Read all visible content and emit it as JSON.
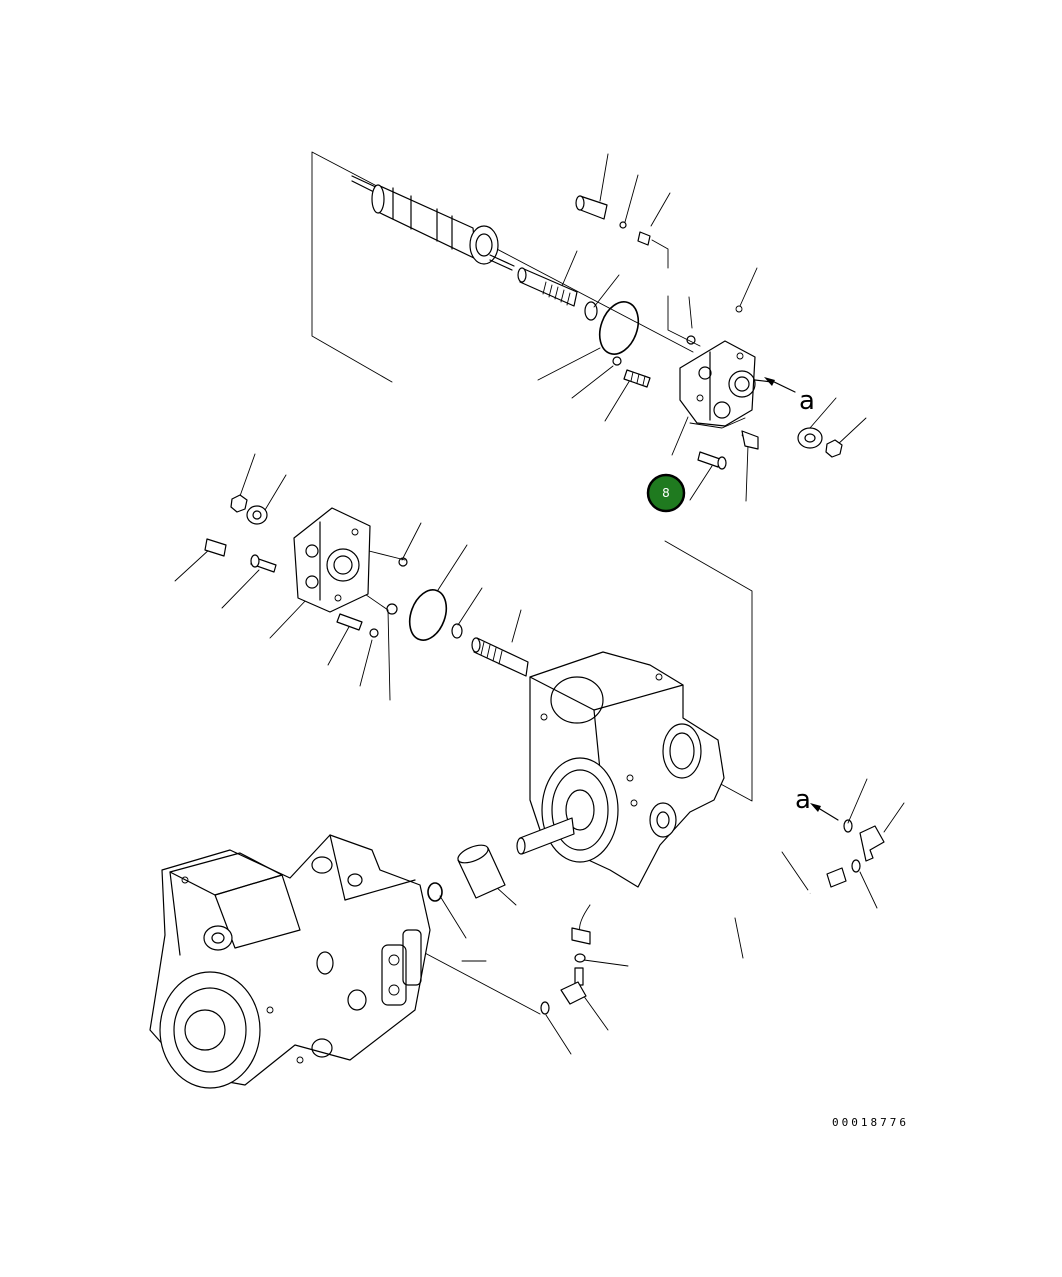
{
  "title": "",
  "ref_labels": {
    "upper": "a",
    "lower": "a"
  },
  "callout": {
    "label": "8",
    "fill": "#1f7a1f",
    "stroke": "#000000"
  },
  "drawing_number": "00018776"
}
